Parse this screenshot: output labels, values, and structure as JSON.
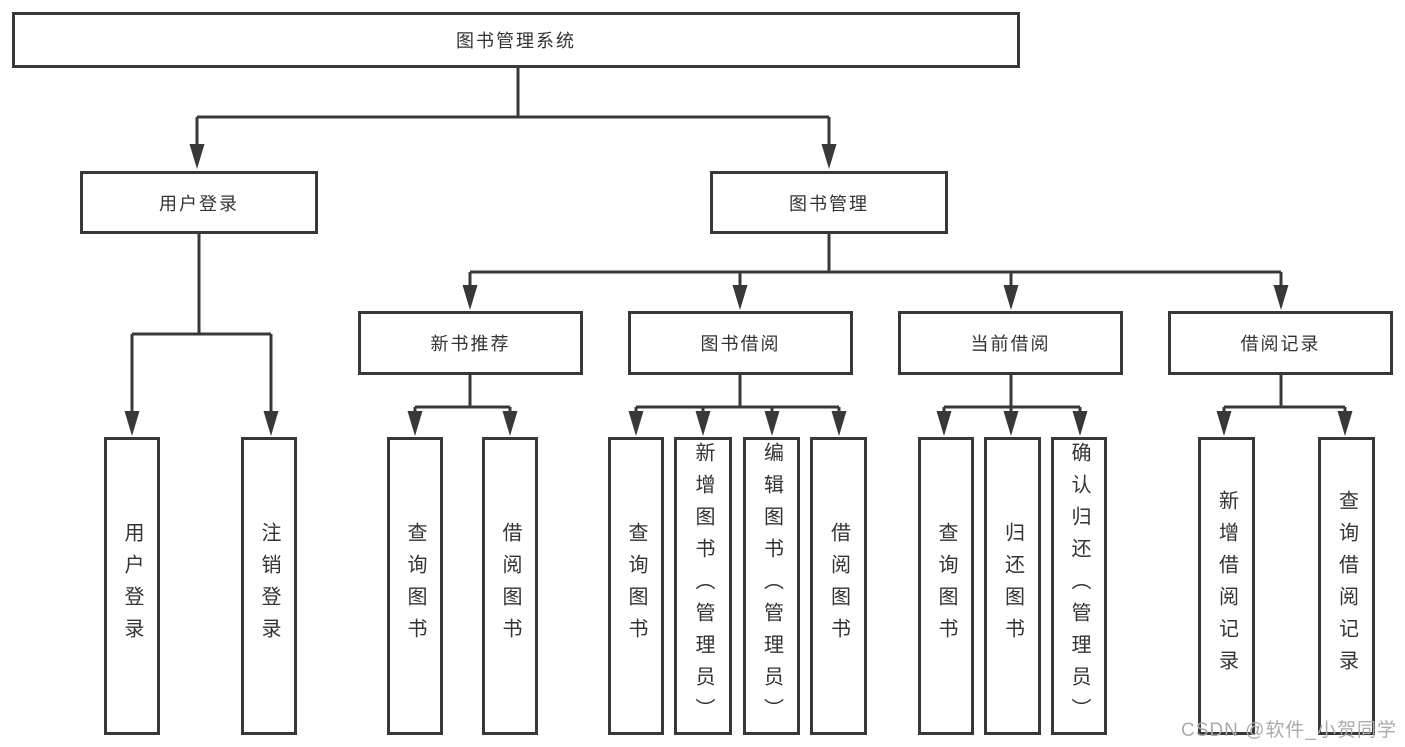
{
  "diagram": {
    "root": {
      "label": "图书管理系统"
    },
    "level2": [
      {
        "label": "用户登录"
      },
      {
        "label": "图书管理"
      }
    ],
    "level3": [
      {
        "label": "新书推荐"
      },
      {
        "label": "图书借阅"
      },
      {
        "label": "当前借阅"
      },
      {
        "label": "借阅记录"
      }
    ],
    "leaves": {
      "user_login": [
        {
          "label": "用户登录"
        },
        {
          "label": "注销登录"
        }
      ],
      "new_book": [
        {
          "label": "查询图书"
        },
        {
          "label": "借阅图书"
        }
      ],
      "book_borrow": [
        {
          "label": "查询图书"
        },
        {
          "label": "新增图书（管理员）"
        },
        {
          "label": "编辑图书（管理员）"
        },
        {
          "label": "借阅图书"
        }
      ],
      "current_borrow": [
        {
          "label": "查询图书"
        },
        {
          "label": "归还图书"
        },
        {
          "label": "确认归还（管理员）"
        }
      ],
      "records": [
        {
          "label": "新增借阅记录"
        },
        {
          "label": "查询借阅记录"
        }
      ]
    },
    "watermark": "CSDN @软件_小贺同学",
    "colors": {
      "line": "#383838",
      "text": "#333333",
      "background": "#ffffff",
      "watermark": "#ababab"
    }
  }
}
